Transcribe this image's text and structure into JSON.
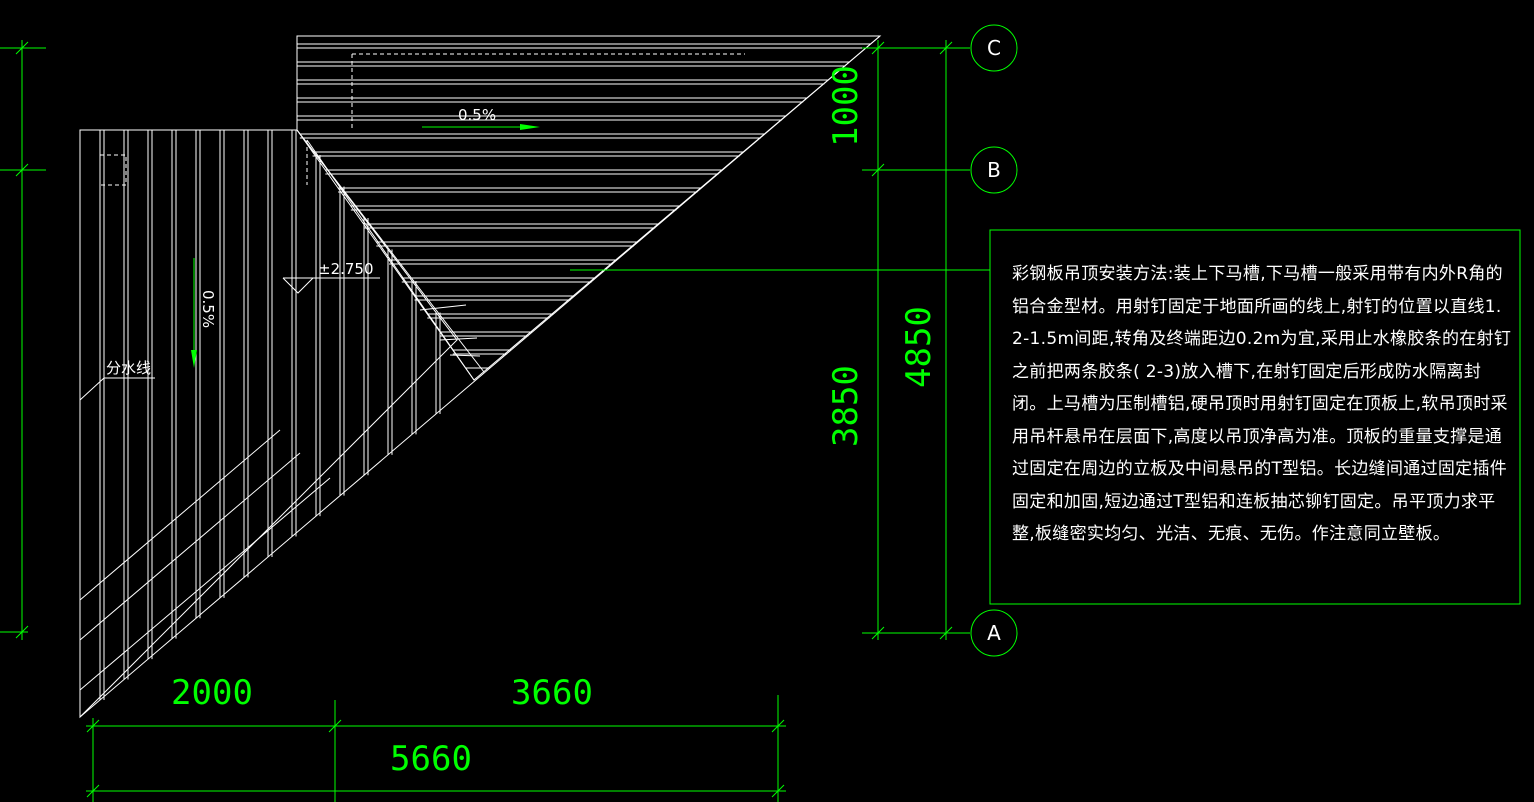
{
  "dimensions": {
    "horizontal_left": "2000",
    "horizontal_right": "3660",
    "horizontal_total": "5660",
    "vertical_upper": "1000",
    "vertical_lower": "3850",
    "vertical_total": "4850"
  },
  "grid_axes": {
    "c": "C",
    "b": "B",
    "a": "A"
  },
  "annotations": {
    "slope_horizontal": "0.5%",
    "slope_vertical": "0.5%",
    "elevation": "±2.750",
    "ridge_line": "分水线"
  },
  "note": {
    "text": "彩钢板吊顶安装方法:装上下马槽,下马槽一般采用带有内外R角的铝合金型材。用射钉固定于地面所画的线上,射钉的位置以直线1.2-1.5m间距,转角及终端距边0.2m为宜,采用止水橡胶条的在射钉之前把两条胶条( 2-3)放入槽下,在射钉固定后形成防水隔离封闭。上马槽为压制槽铝,硬吊顶时用射钉固定在顶板上,软吊顶时采用吊杆悬吊在层面下,高度以吊顶净高为准。顶板的重量支撑是通过固定在周边的立板及中间悬吊的T型铝。长边缝间通过固定插件固定和加固,短边通过T型铝和连板抽芯铆钉固定。吊平顶力求平整,板缝密实均匀、光洁、无痕、无伤。作注意同立壁板。"
  },
  "colors": {
    "background": "#000000",
    "dimension": "#00ff00",
    "geometry": "#ffffff"
  }
}
